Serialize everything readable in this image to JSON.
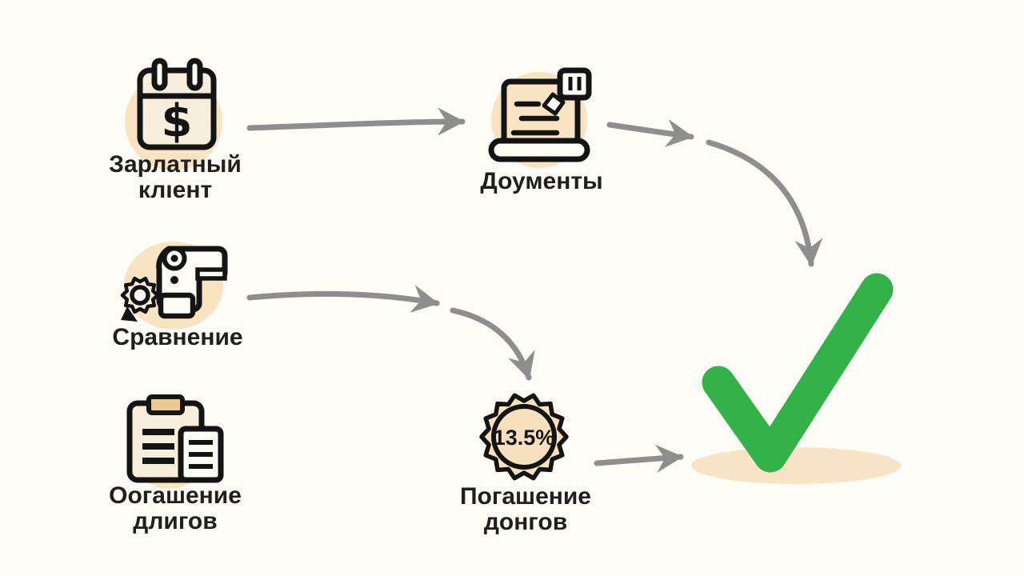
{
  "title": "Loan approval flow infographic",
  "colors": {
    "background": "#FFFDF8",
    "arrow": "#8E8E8E",
    "text": "#1F1F1F",
    "icon_outline": "#141414",
    "peach_circle": "#F8E4C2",
    "icon_fill": "#F8EEDC",
    "clip_tan": "#EBC98F",
    "badge_fill": "#F6E0BE",
    "check_green": "#33B24A",
    "shadow_ellipse": "#FAE4C8",
    "white_fill": "#FFFDF8"
  },
  "nodes": [
    {
      "id": "salary-client",
      "icon": "calendar-dollar-icon",
      "currency_symbol": "$",
      "lines": [
        "Зарлатный",
        "клıент"
      ]
    },
    {
      "id": "documents",
      "icon": "document-printer-icon",
      "lines": [
        "Доументы"
      ]
    },
    {
      "id": "comparison",
      "icon": "badge-flag-icon",
      "lines": [
        "Сравнение"
      ]
    },
    {
      "id": "debt-list",
      "icon": "clipboard-documents-icon",
      "lines": [
        "Оогашение",
        "длигов"
      ]
    },
    {
      "id": "interest-rate",
      "icon": "percent-badge-icon",
      "badge_value": "13.5%",
      "lines": [
        "Погашение",
        "донгов"
      ]
    },
    {
      "id": "approval",
      "icon": "checkmark-icon",
      "lines": []
    }
  ],
  "connections": [
    "salary-client → documents",
    "documents → approval",
    "comparison → interest-rate",
    "debt-list → interest-rate",
    "interest-rate → approval"
  ]
}
